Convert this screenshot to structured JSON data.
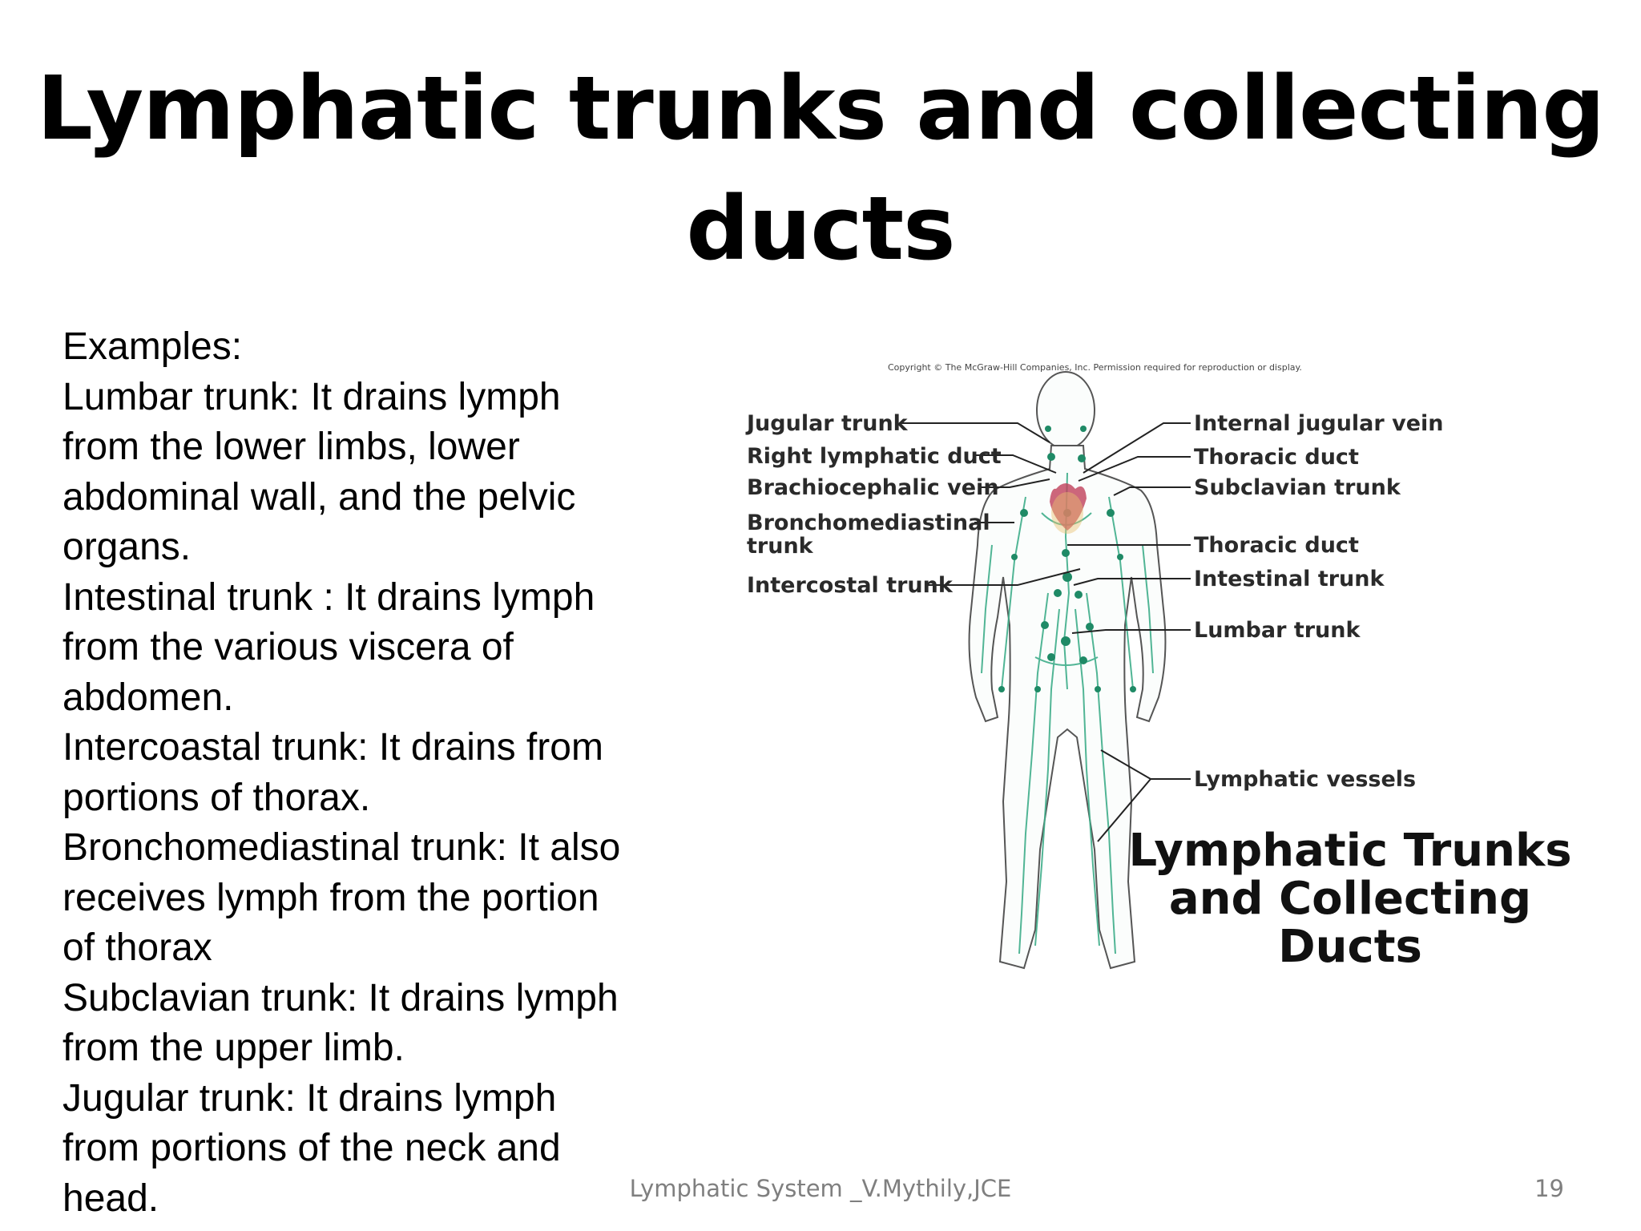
{
  "slide": {
    "title_line1": "Lymphatic trunks and collecting",
    "title_line2": "ducts",
    "body_lines": [
      "Examples:",
      "Lumbar trunk: It drains lymph",
      "from the lower limbs, lower",
      "abdominal wall, and the pelvic",
      "organs.",
      "Intestinal trunk : It drains lymph",
      "from the various viscera  of",
      "abdomen.",
      "Intercoastal trunk: It drains from",
      "portions of thorax.",
      "Bronchomediastinal trunk: It also",
      "receives lymph from the portion",
      "of thorax",
      "Subclavian trunk: It drains lymph",
      "from the upper limb.",
      "Jugular trunk: It drains lymph",
      "from portions of the neck and",
      "head."
    ],
    "footer_text": "Lymphatic System _V.Mythily,JCE",
    "page_number": "19"
  },
  "figure": {
    "copyright": "Copyright © The McGraw-Hill Companies, Inc. Permission required for reproduction or display.",
    "left_labels": {
      "jugular_trunk": "Jugular trunk",
      "right_lymphatic_duct": "Right lymphatic duct",
      "brachiocephalic_vein": "Brachiocephalic vein",
      "bronchomediastinal_1": "Bronchomediastinal",
      "bronchomediastinal_2": "trunk",
      "intercostal_trunk": "Intercostal trunk"
    },
    "right_labels": {
      "internal_jugular_vein": "Internal jugular vein",
      "thoracic_duct_upper": "Thoracic duct",
      "subclavian_trunk": "Subclavian trunk",
      "thoracic_duct_lower": "Thoracic duct",
      "intestinal_trunk": "Intestinal trunk",
      "lumbar_trunk": "Lumbar trunk",
      "lymphatic_vessels": "Lymphatic vessels"
    },
    "caption_line1": "Lymphatic Trunks",
    "caption_line2": "and Collecting",
    "caption_line3": "Ducts",
    "colors": {
      "lymph": "#3fae8a",
      "node": "#1f8a66",
      "heart": "#c0405a",
      "body_outline": "#555555"
    }
  }
}
